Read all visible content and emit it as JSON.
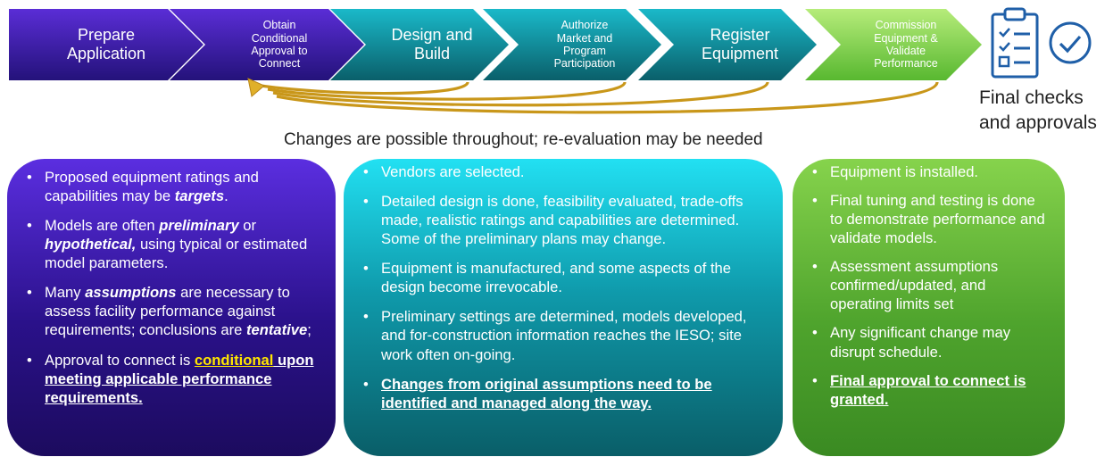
{
  "steps": [
    {
      "label": "Prepare\nApplication"
    },
    {
      "label": "Obtain\nConditional\nApproval to\nConnect"
    },
    {
      "label": "Design and\nBuild"
    },
    {
      "label": "Authorize\nMarket and\nProgram\nParticipation"
    },
    {
      "label": "Register\nEquipment"
    },
    {
      "label": "Commission\nEquipment &\nValidate\nPerformance"
    }
  ],
  "final": {
    "label": "Final checks\nand approvals",
    "icons": [
      "checklist-icon",
      "check-circle-icon"
    ]
  },
  "changes_note": "Changes are possible throughout; re-evaluation may be needed",
  "boxes": {
    "left": {
      "b1_pre": "Proposed equipment ratings and capabilities may be ",
      "b1_em": "targets",
      "b1_post": ".",
      "b2_pre": "Models are often ",
      "b2_em1": "preliminary",
      "b2_mid": " or ",
      "b2_em2": "hypothetical,",
      "b2_post": " using typical or estimated model parameters.",
      "b3_pre": "Many ",
      "b3_em1": "assumptions",
      "b3_mid": " are necessary to assess facility performance against requirements; conclusions are ",
      "b3_em2": "tentative",
      "b3_post": ";",
      "b4_pre": "Approval to connect is ",
      "b4_hl": "conditional",
      "b4_bold": " upon meeting applicable performance requirements."
    },
    "middle": {
      "items": [
        "Vendors are selected.",
        "Detailed design is done, feasibility evaluated, trade-offs made, realistic ratings and capabilities are determined. Some of the preliminary plans may change.",
        "Equipment is manufactured, and some aspects of the design become irrevocable.",
        "Preliminary settings are determined, models developed, and for-construction information reaches the IESO; site work often on-going."
      ],
      "last_bold": "Changes from original assumptions need to be identified and managed along the way."
    },
    "right": {
      "items": [
        "Equipment is installed.",
        "Final tuning and testing is done to demonstrate performance and validate models.",
        "Assessment assumptions confirmed/updated, and operating limits set",
        "Any significant change may disrupt schedule."
      ],
      "last_bold": "Final approval to connect is granted."
    }
  },
  "colors": {
    "purple": "#3a1cb0",
    "teal": "#0f9aab",
    "green": "#58b830",
    "arrow_gold": "#d4a520",
    "icon_blue": "#1f5fa8",
    "highlight": "#ffe600"
  }
}
